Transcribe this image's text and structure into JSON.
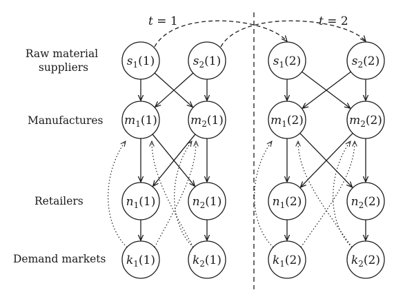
{
  "periods": [
    {
      "var": "t",
      "eq": " = ",
      "value": "1"
    },
    {
      "var": "t",
      "eq": " = ",
      "value": "2"
    }
  ],
  "row_labels": {
    "suppliers_line1": "Raw material",
    "suppliers_line2": "suppliers",
    "manufactures": "Manufactures",
    "retailers": "Retailers",
    "demand_markets": "Demand markets"
  },
  "nodes": {
    "s1_1": {
      "letter": "s",
      "index": "1",
      "period": "(1)"
    },
    "s2_1": {
      "letter": "s",
      "index": "2",
      "period": "(1)"
    },
    "s1_2": {
      "letter": "s",
      "index": "1",
      "period": "(2)"
    },
    "s2_2": {
      "letter": "s",
      "index": "2",
      "period": "(2)"
    },
    "m1_1": {
      "letter": "m",
      "index": "1",
      "period": "(1)"
    },
    "m2_1": {
      "letter": "m",
      "index": "2",
      "period": "(1)"
    },
    "m1_2": {
      "letter": "m",
      "index": "1",
      "period": "(2)"
    },
    "m2_2": {
      "letter": "m",
      "index": "2",
      "period": "(2)"
    },
    "n1_1": {
      "letter": "n",
      "index": "1",
      "period": "(1)"
    },
    "n2_1": {
      "letter": "n",
      "index": "2",
      "period": "(1)"
    },
    "n1_2": {
      "letter": "n",
      "index": "1",
      "period": "(2)"
    },
    "n2_2": {
      "letter": "n",
      "index": "2",
      "period": "(2)"
    },
    "k1_1": {
      "letter": "k",
      "index": "1",
      "period": "(1)"
    },
    "k2_1": {
      "letter": "k",
      "index": "2",
      "period": "(1)"
    },
    "k1_2": {
      "letter": "k",
      "index": "1",
      "period": "(2)"
    },
    "k2_2": {
      "letter": "k",
      "index": "2",
      "period": "(2)"
    }
  },
  "edges": {
    "solid": [
      [
        "s1_1",
        "m1_1"
      ],
      [
        "s1_1",
        "m2_1"
      ],
      [
        "s2_1",
        "m1_1"
      ],
      [
        "s2_1",
        "m2_1"
      ],
      [
        "m1_1",
        "n1_1"
      ],
      [
        "m1_1",
        "n2_1"
      ],
      [
        "m2_1",
        "n1_1"
      ],
      [
        "m2_1",
        "n2_1"
      ],
      [
        "n1_1",
        "k1_1"
      ],
      [
        "n2_1",
        "k2_1"
      ],
      [
        "s1_2",
        "m1_2"
      ],
      [
        "s1_2",
        "m2_2"
      ],
      [
        "s2_2",
        "m1_2"
      ],
      [
        "s2_2",
        "m2_2"
      ],
      [
        "m1_2",
        "n1_2"
      ],
      [
        "m1_2",
        "n2_2"
      ],
      [
        "m2_2",
        "n1_2"
      ],
      [
        "m2_2",
        "n2_2"
      ],
      [
        "n1_2",
        "k1_2"
      ],
      [
        "n2_2",
        "k2_2"
      ]
    ],
    "dotted_return": [
      [
        "k1_1",
        "m1_1"
      ],
      [
        "k1_1",
        "m2_1"
      ],
      [
        "k2_1",
        "m1_1"
      ],
      [
        "k2_1",
        "m2_1"
      ],
      [
        "k1_2",
        "m1_2"
      ],
      [
        "k1_2",
        "m2_2"
      ],
      [
        "k2_2",
        "m1_2"
      ],
      [
        "k2_2",
        "m2_2"
      ]
    ],
    "dashed_intertemporal": [
      [
        "s1_1",
        "s1_2"
      ],
      [
        "s2_1",
        "s2_2"
      ]
    ]
  },
  "colors": {
    "ink": "#1a1a1a",
    "background": "#ffffff"
  }
}
